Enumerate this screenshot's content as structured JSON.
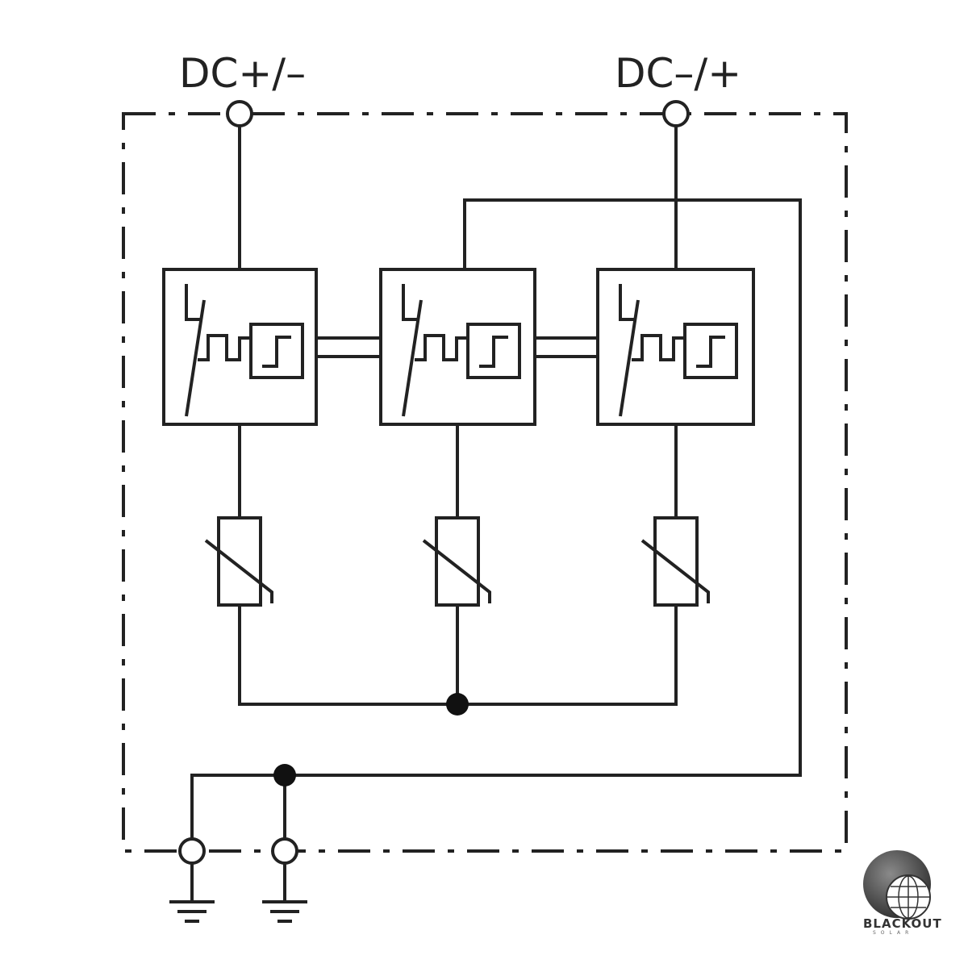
{
  "terminals": {
    "left_label": "DC+/–",
    "right_label": "DC–/+"
  },
  "logo": {
    "name": "BLACKOUT",
    "subtitle": "SOLAR"
  },
  "colors": {
    "line": "#222222",
    "background": "#ffffff"
  }
}
